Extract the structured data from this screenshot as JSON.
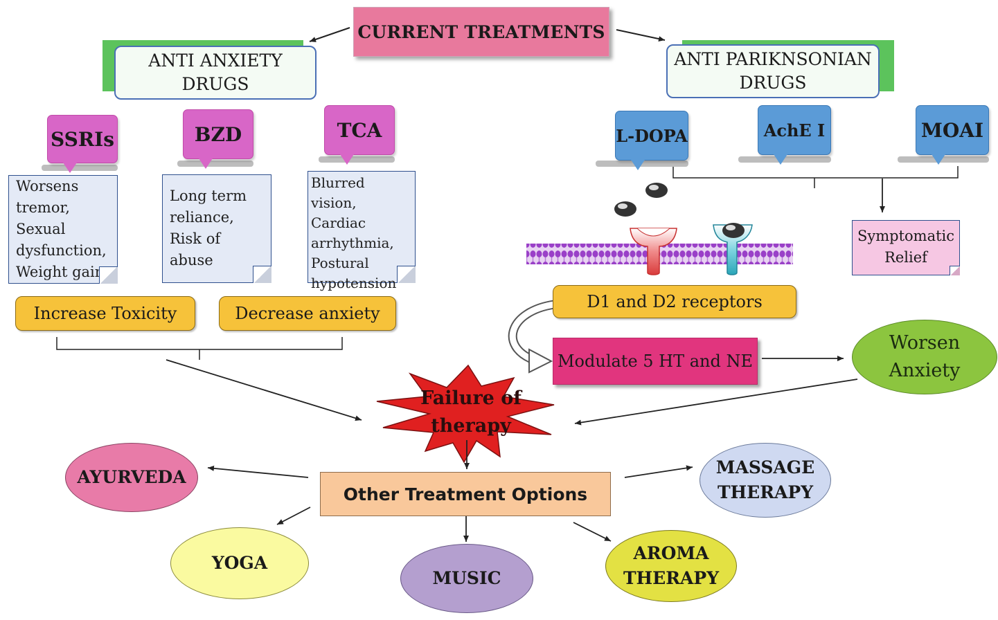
{
  "title": "CURRENT TREATMENTS",
  "left_category": {
    "line1": "ANTI ANXIETY",
    "line2": "DRUGS",
    "tags": [
      "SSRIs",
      "BZD",
      "TCA"
    ],
    "notes": [
      [
        "Worsens",
        "tremor,",
        "Sexual",
        "dysfunction,",
        "Weight gain"
      ],
      [
        "Long term",
        "reliance,",
        "Risk of abuse"
      ],
      [
        "Blurred vision,",
        "Cardiac",
        "arrhythmia,",
        "Postural",
        "hypotension"
      ]
    ],
    "outcomes": [
      "Increase Toxicity",
      "Decrease anxiety"
    ]
  },
  "right_category": {
    "line1": "ANTI PARIKNSONIAN",
    "line2": "DRUGS",
    "tags": [
      "L-DOPA",
      "AchE I",
      "MOAI"
    ],
    "relief": [
      "Symptomatic",
      "Relief"
    ],
    "receptors": "D1 and D2 receptors",
    "modulate": "Modulate 5 HT and NE",
    "worsen": [
      "Worsen",
      "Anxiety"
    ]
  },
  "failure": [
    "Failure of",
    "therapy"
  ],
  "other_options": "Other Treatment Options",
  "options": {
    "ayurveda": "AYURVEDA",
    "yoga": "YOGA",
    "music": "MUSIC",
    "aroma": [
      "AROMA",
      "THERAPY"
    ],
    "massage": [
      "MASSAGE",
      "THERAPY"
    ]
  },
  "colors": {
    "title_bg": "#e8799d",
    "green_accent": "#5cc35c",
    "pink_tag": "#d866c7",
    "blue_tag": "#5b9bd7",
    "note_bg": "#e4eaf6",
    "orange": "#f6c23a",
    "magenta": "#e1357e",
    "starburst": "#e02020",
    "worsen_green": "#8cc53f",
    "peach": "#f9c89b",
    "ayurveda": "#e87ba8",
    "yoga": "#fafaa0",
    "music": "#b49fcf",
    "aroma": "#e3e143",
    "massage": "#cfd9f1"
  }
}
